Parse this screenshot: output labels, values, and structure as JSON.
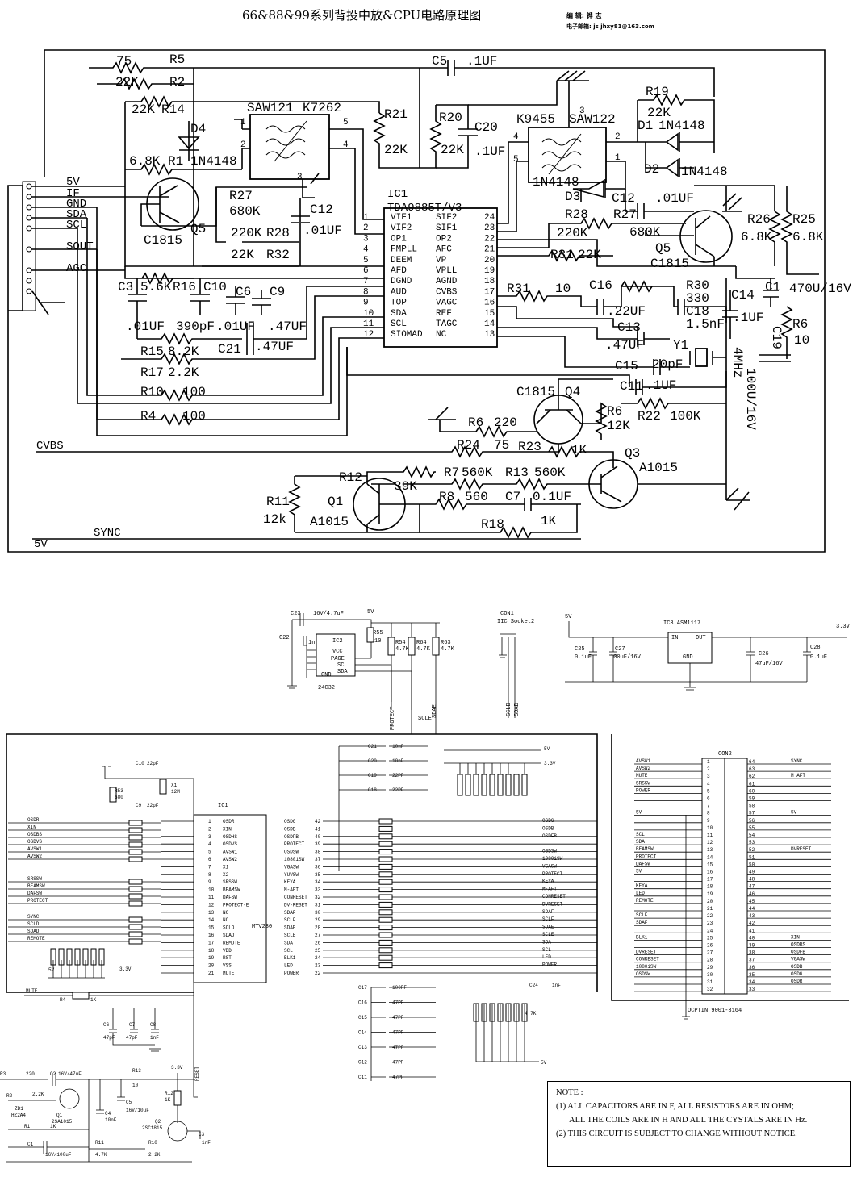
{
  "header": {
    "title": "66&88&99系列背投中放&CPU电路原理图",
    "editor": "编 辑: 铧 志",
    "email": "电子邮箱: js jhxy81@163.com"
  },
  "ic1": {
    "name": "IC1",
    "part": "TDA9885T/V3",
    "left_pins": [
      {
        "num": "1",
        "name": "VIF1"
      },
      {
        "num": "2",
        "name": "VIF2"
      },
      {
        "num": "3",
        "name": "OP1"
      },
      {
        "num": "4",
        "name": "FMPLL"
      },
      {
        "num": "5",
        "name": "DEEM"
      },
      {
        "num": "6",
        "name": "AFD"
      },
      {
        "num": "7",
        "name": "DGND"
      },
      {
        "num": "8",
        "name": "AUD"
      },
      {
        "num": "9",
        "name": "TOP"
      },
      {
        "num": "10",
        "name": "SDA"
      },
      {
        "num": "11",
        "name": "SCL"
      },
      {
        "num": "12",
        "name": "SIOMAD"
      }
    ],
    "right_pins": [
      {
        "num": "24",
        "name": "SIF2"
      },
      {
        "num": "23",
        "name": "SIF1"
      },
      {
        "num": "22",
        "name": "OP2"
      },
      {
        "num": "21",
        "name": "AFC"
      },
      {
        "num": "20",
        "name": "VP"
      },
      {
        "num": "19",
        "name": "VPLL"
      },
      {
        "num": "18",
        "name": "AGND"
      },
      {
        "num": "17",
        "name": "CVBS"
      },
      {
        "num": "16",
        "name": "VAGC"
      },
      {
        "num": "15",
        "name": "REF"
      },
      {
        "num": "14",
        "name": "TAGC"
      },
      {
        "num": "13",
        "name": "NC"
      }
    ]
  },
  "connector_top": {
    "labels": [
      "5V",
      "IF",
      "GND",
      "SDA",
      "SCL",
      "SOUT",
      "AGC"
    ],
    "cvbs": "CVBS",
    "sync": "SYNC",
    "v5": "5V"
  },
  "saw": {
    "saw121": "SAW121",
    "k7262": "K7262",
    "k9455": "K9455",
    "saw122": "SAW122",
    "p1": "1",
    "p2": "2",
    "p3": "3",
    "p4": "4",
    "p5": "5"
  },
  "labels": {
    "r5": "R5",
    "v75": "75",
    "r2": "R2",
    "v22k_a": "22K",
    "c5": "C5",
    "c5v": ".1UF",
    "v22k_b": "22K",
    "r14": "R14",
    "d4": "D4",
    "r21": "R21",
    "r21v": "22K",
    "r20": "R20",
    "r20v": "22K",
    "c20": "C20",
    "c20v": ".1UF",
    "r19": "R19",
    "r19v": "22K",
    "d1": "D1",
    "d1v": "1N4148",
    "d2": "D2",
    "d2v": "1N4148",
    "r1": "R1",
    "v68k": "6.8K",
    "d4v": "1N4148",
    "d3v": "1N4148",
    "d3": "D3",
    "c12a": "C12",
    "c12av": ".01UF",
    "r27": "R27",
    "r27v": "680K",
    "c12": "C12",
    "c12v": ".01UF",
    "q5": "Q5",
    "c1815a": "C1815",
    "r28": "R28",
    "r28v": "220K",
    "r32": "R32",
    "r32v": "22K",
    "r28b": "R28",
    "r27b": "R27",
    "r27bv": "680K",
    "r28bv": "220K",
    "q5b": "Q5",
    "c1815b": "C1815",
    "r26": "R26",
    "r26v": "6.8K",
    "r25": "R25",
    "r25v": "6.8K",
    "r31": "R31",
    "r31v": "22K",
    "c3": "C3",
    "c3v": ".01UF",
    "r16": "R16",
    "r16v": "5.6K",
    "c10": "C10",
    "c10v": "390pF",
    "c6": "C6",
    "c6v": ".01UF",
    "c9": "C9",
    "c9v": ".47UF",
    "c21": "C21",
    "c21v": ".47UF",
    "r15": "R15",
    "r15v": "8.2K",
    "r17": "R17",
    "r17v": "2.2K",
    "r10": "R10",
    "r10v": "100",
    "r4": "R4",
    "r4v": "100",
    "r31b": "R31",
    "r31bv": "10",
    "c16": "C16",
    "c16v": ".22UF",
    "r30": "R30",
    "r30v": "330",
    "c18": "C18",
    "c18v": "1.5nF",
    "c14": "C14",
    "c14v": ".1UF",
    "c1": "C1",
    "c1v": "470U/16V",
    "c19": "C19",
    "c19v": "100U/16V",
    "r6": "R6",
    "r6v": "10",
    "c13": "C13",
    "c13v": ".47UF",
    "y1": "Y1",
    "y1v": "4MHz",
    "c15": "C15",
    "c15v": "20pF",
    "c11": "C11",
    "c11v": ".1UF",
    "r22": "R22",
    "r22v": "100K",
    "q4": "Q4",
    "c1815c": "C1815",
    "r6b": "R6",
    "r6bv": "12K",
    "r6c": "R6",
    "r6cv": "220",
    "r24": "R24",
    "r24v": "75",
    "r23": "R23",
    "r23v": "1K",
    "q3": "Q3",
    "a1015a": "A1015",
    "r12": "R12",
    "r12v": "39K",
    "r7": "R7",
    "r7v": "560K",
    "r13": "R13",
    "r13v": "560K",
    "r11": "R11",
    "r11v": "12k",
    "q1": "Q1",
    "a1015b": "A1015",
    "r8": "R8",
    "r8v": "560",
    "c7": "C7",
    "c7v": "0.1UF",
    "r18": "R18",
    "r18v": "1K",
    "q5c": "Q5",
    "c1815d": "C1815"
  },
  "eeprom": {
    "c23": "C23",
    "c23v": "16V/4.7uF",
    "c22": "C22",
    "c22v": "1nF",
    "ic2": "IC2",
    "v5": "5V",
    "r55": "R55",
    "r55v": "10",
    "r54": "R54",
    "r54v": "4.7K",
    "r64": "R64",
    "r64v": "4.7K",
    "r63": "R63",
    "r63v": "4.7K",
    "pins": [
      "VCC",
      "PAGE",
      "SCL",
      "SDA",
      "GND"
    ],
    "part": "24C32",
    "nets": [
      "PROTECT",
      "SCLE",
      "SDAE"
    ],
    "con1": "CON1",
    "con1v": "IIC Socket2",
    "scld": "SCLD",
    "sdad": "SDAD"
  },
  "regulator": {
    "v5": "5V",
    "v33": "3.3V",
    "ic3": "IC3 ASM1117",
    "in": "IN",
    "out": "OUT",
    "gnd": "GND",
    "c25": "C25",
    "c25v": "0.1uF",
    "c27": "C27",
    "c27v": "100uF/16V",
    "c26": "C26",
    "c26v": "47uF/16V",
    "c28": "C28",
    "c28v": "0.1uF"
  },
  "cpu": {
    "ic": "IC1",
    "part": "MTV230",
    "left_nets": [
      "OSDR",
      "XIN",
      "OSDBS",
      "OSDVS",
      "AVSW1",
      "AVSW2",
      "SRSSW",
      "BEAMSW",
      "DAFSW",
      "PROTECT",
      "SYNC",
      "SCLD",
      "SDAD",
      "REMOTE"
    ],
    "left_pins": [
      {
        "n": "1",
        "l": "OSDR"
      },
      {
        "n": "2",
        "l": "XIN"
      },
      {
        "n": "3",
        "l": "OSDHS"
      },
      {
        "n": "4",
        "l": "OSDVS"
      },
      {
        "n": "5",
        "l": "AVSW1"
      },
      {
        "n": "6",
        "l": "AVSW2"
      },
      {
        "n": "7",
        "l": "X1"
      },
      {
        "n": "8",
        "l": "X2"
      },
      {
        "n": "9",
        "l": "SRSSW"
      },
      {
        "n": "10",
        "l": "BEAMSW"
      },
      {
        "n": "11",
        "l": "DAFSW"
      },
      {
        "n": "12",
        "l": "PROTECT-E"
      },
      {
        "n": "13",
        "l": "NC"
      },
      {
        "n": "14",
        "l": "NC"
      },
      {
        "n": "15",
        "l": "SCLD"
      },
      {
        "n": "16",
        "l": "SDAD"
      },
      {
        "n": "17",
        "l": "REMOTE"
      },
      {
        "n": "18",
        "l": "VDD"
      },
      {
        "n": "19",
        "l": "RST"
      },
      {
        "n": "20",
        "l": "VSS"
      },
      {
        "n": "21",
        "l": "MUTE"
      }
    ],
    "right_pins": [
      {
        "n": "42",
        "l": "OSDG"
      },
      {
        "n": "41",
        "l": "OSDB"
      },
      {
        "n": "40",
        "l": "OSDFB"
      },
      {
        "n": "39",
        "l": "PROTECT"
      },
      {
        "n": "38",
        "l": "OSDSW"
      },
      {
        "n": "37",
        "l": "1080iSW"
      },
      {
        "n": "36",
        "l": "VGASW"
      },
      {
        "n": "35",
        "l": "YUVSW"
      },
      {
        "n": "34",
        "l": "KEYA"
      },
      {
        "n": "33",
        "l": "M-AFT"
      },
      {
        "n": "32",
        "l": "CONRESET"
      },
      {
        "n": "31",
        "l": "DV-RESET"
      },
      {
        "n": "30",
        "l": "SDAF"
      },
      {
        "n": "29",
        "l": "SCLF"
      },
      {
        "n": "28",
        "l": "SDAE"
      },
      {
        "n": "27",
        "l": "SCLE"
      },
      {
        "n": "26",
        "l": "SDA"
      },
      {
        "n": "25",
        "l": "SCL"
      },
      {
        "n": "24",
        "l": "BLK1"
      },
      {
        "n": "23",
        "l": "LED"
      },
      {
        "n": "22",
        "l": "POWER"
      }
    ],
    "right_nets": [
      "OSDG",
      "OSDB",
      "OSDFB",
      "",
      "OSDSW",
      "1080iSW",
      "VGASW",
      "PROTECT",
      "KEYA",
      "M-AFT",
      "CONRESET",
      "DVRESET",
      "SDAF",
      "SCLF",
      "SDAE",
      "SCLE",
      "SDA",
      "SCL",
      "LED",
      "POWER"
    ],
    "caps": [
      "C21",
      "C20",
      "C19",
      "C18"
    ],
    "capsv": [
      "10nF",
      "10nF",
      "22PF",
      "22PF"
    ],
    "c10": "C10",
    "c10v": "22pF",
    "c9": "C9",
    "c9v": "22pF",
    "x1": "X1",
    "x1v": "12M",
    "r53": "R53",
    "r53v": "680",
    "v5": "5V",
    "v33": "3.3V",
    "mute": "MUTE",
    "r4": "R4",
    "r4v": "1K",
    "c6": "C6",
    "c6v": "47pF",
    "c7": "C7",
    "c7v": "47pF",
    "c8": "C8",
    "c8v": "1nF",
    "reset": "RESET",
    "lowcaps": [
      "C17",
      "C16",
      "C15",
      "C14",
      "C13",
      "C12",
      "C11"
    ],
    "lowcapsv": [
      "100PF",
      "47PF",
      "47PF",
      "47PF",
      "47PF",
      "47PF",
      "47PF"
    ],
    "c24": "C24",
    "c24v": "1nF",
    "r47k": "4.7K"
  },
  "con2": {
    "name": "CON2",
    "part": "OCPTIN 9001-3164",
    "left": [
      {
        "n": "1",
        "l": "AVSW1"
      },
      {
        "n": "2",
        "l": "AVSW2"
      },
      {
        "n": "3",
        "l": "MUTE"
      },
      {
        "n": "4",
        "l": "SRSSW"
      },
      {
        "n": "5",
        "l": "POWER"
      },
      {
        "n": "6",
        "l": ""
      },
      {
        "n": "7",
        "l": ""
      },
      {
        "n": "8",
        "l": "5V"
      },
      {
        "n": "9",
        "l": ""
      },
      {
        "n": "10",
        "l": ""
      },
      {
        "n": "11",
        "l": "SCL"
      },
      {
        "n": "12",
        "l": "SDA"
      },
      {
        "n": "13",
        "l": "BEAMSW"
      },
      {
        "n": "14",
        "l": "PROTECT"
      },
      {
        "n": "15",
        "l": "DAFSW"
      },
      {
        "n": "16",
        "l": "5V"
      },
      {
        "n": "17",
        "l": ""
      },
      {
        "n": "18",
        "l": "KEYA"
      },
      {
        "n": "19",
        "l": "LED"
      },
      {
        "n": "20",
        "l": "REMOTE"
      },
      {
        "n": "21",
        "l": ""
      },
      {
        "n": "22",
        "l": "SCLF"
      },
      {
        "n": "23",
        "l": "SDAF"
      },
      {
        "n": "24",
        "l": ""
      },
      {
        "n": "25",
        "l": "BLK1"
      },
      {
        "n": "26",
        "l": ""
      },
      {
        "n": "27",
        "l": "DVRESET"
      },
      {
        "n": "28",
        "l": "CONRESET"
      },
      {
        "n": "29",
        "l": "1080iSW"
      },
      {
        "n": "30",
        "l": "OSDSW"
      },
      {
        "n": "31",
        "l": ""
      },
      {
        "n": "32",
        "l": ""
      }
    ],
    "right": [
      {
        "n": "64",
        "l": "SYNC"
      },
      {
        "n": "63",
        "l": ""
      },
      {
        "n": "62",
        "l": "M AFT"
      },
      {
        "n": "61",
        "l": ""
      },
      {
        "n": "60",
        "l": ""
      },
      {
        "n": "59",
        "l": ""
      },
      {
        "n": "58",
        "l": ""
      },
      {
        "n": "57",
        "l": "5V"
      },
      {
        "n": "56",
        "l": ""
      },
      {
        "n": "55",
        "l": ""
      },
      {
        "n": "54",
        "l": ""
      },
      {
        "n": "53",
        "l": ""
      },
      {
        "n": "52",
        "l": "DVRESET"
      },
      {
        "n": "51",
        "l": ""
      },
      {
        "n": "50",
        "l": ""
      },
      {
        "n": "49",
        "l": ""
      },
      {
        "n": "48",
        "l": ""
      },
      {
        "n": "47",
        "l": ""
      },
      {
        "n": "46",
        "l": ""
      },
      {
        "n": "45",
        "l": ""
      },
      {
        "n": "44",
        "l": ""
      },
      {
        "n": "43",
        "l": ""
      },
      {
        "n": "42",
        "l": ""
      },
      {
        "n": "41",
        "l": ""
      },
      {
        "n": "40",
        "l": "XIN"
      },
      {
        "n": "39",
        "l": "OSDBS"
      },
      {
        "n": "38",
        "l": "OSDFB"
      },
      {
        "n": "37",
        "l": "VGASW"
      },
      {
        "n": "36",
        "l": "OSDB"
      },
      {
        "n": "35",
        "l": "OSDG"
      },
      {
        "n": "34",
        "l": "OSDR"
      },
      {
        "n": "33",
        "l": ""
      }
    ]
  },
  "reset": {
    "r3": "R3",
    "r3v": "220",
    "c2": "C2",
    "c2v": "16V/47uF",
    "r2": "R2",
    "r2v": "2.2K",
    "q1": "Q1",
    "q1v": "2SA1015",
    "zd1": "ZD1",
    "zd1v": "HZ2A4",
    "r1": "R1",
    "r1v": "1K",
    "c1": "C1",
    "c1v": "16V/100uF",
    "r11": "R11",
    "r11v": "4.7K",
    "c4": "C4",
    "c4v": "10nF",
    "c5": "C5",
    "c5v": "16V/10uF",
    "r13": "R13",
    "r13v": "10",
    "v33": "3.3V",
    "r12": "R12",
    "r12v": "1K",
    "q2": "Q2",
    "q2v": "2SC1815",
    "r10": "R10",
    "r10v": "2.2K",
    "c3": "C3",
    "c3v": "1nF"
  },
  "note": {
    "title": "NOTE :",
    "l1": "(1) ALL CAPACITORS ARE  IN F,  ALL RESISTORS ARE IN OHM;",
    "l2": "ALL THE COILS ARE  IN H AND ALL THE CYSTALS ARE IN Hz.",
    "l3": "(2) THIS CIRCUIT IS SUBJECT TO CHANGE WITHOUT NOTICE."
  }
}
